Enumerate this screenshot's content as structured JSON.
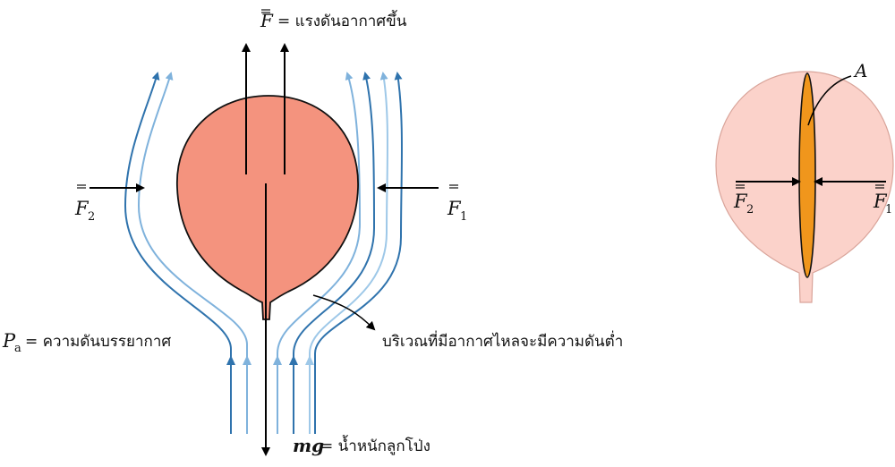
{
  "left_figure": {
    "lift_label": {
      "symbol": "F",
      "text": "= แรงดันอากาศขึ้น"
    },
    "f2_label": {
      "symbol": "F",
      "sub": "2"
    },
    "f1_label": {
      "symbol": "F",
      "sub": "1"
    },
    "pa_label": {
      "symbol": "P",
      "sub": "a",
      "text": "= ความดันบรรยากาศ"
    },
    "low_pressure_label": "บริเวณที่มีอากาศไหลจะมีความดันต่ำ",
    "weight_label": {
      "symbol": "mg",
      "text": "= น้ำหนักลูกโป่ง"
    }
  },
  "right_figure": {
    "area_label": "A",
    "f2_label": {
      "symbol": "F",
      "sub": "2"
    },
    "f1_label": {
      "symbol": "F",
      "sub": "1"
    }
  },
  "colors": {
    "balloon_fill": "#f4937e",
    "balloon_light_fill": "#fbd2ca",
    "area_fill": "#f0961c",
    "stream_dark": "#2f73ad",
    "stream_light": "#9ec8e8"
  }
}
